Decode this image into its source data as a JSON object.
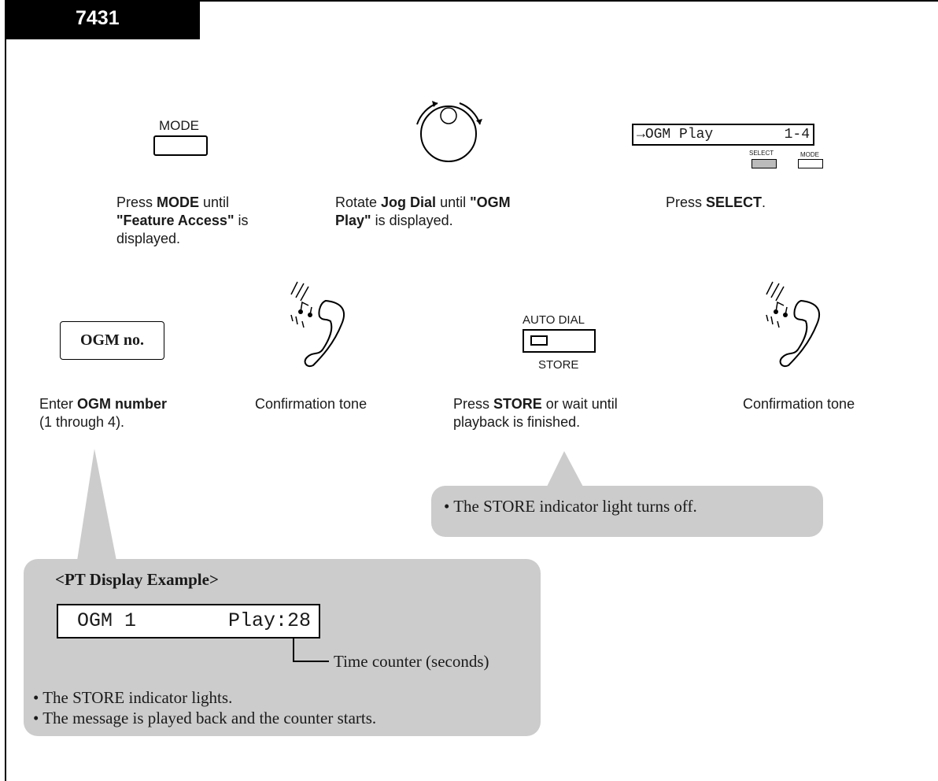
{
  "header": {
    "page_number": "7431"
  },
  "steps": {
    "mode": {
      "button_label": "MODE",
      "pre": "Press ",
      "b1": "MODE",
      "mid1": " until",
      "b2": "\"Feature Access\"",
      "mid2": " is",
      "post": "displayed."
    },
    "jog": {
      "pre": "Rotate ",
      "b1": "Jog Dial",
      "mid": " until ",
      "b2a": "\"OGM",
      "b2b": "Play\"",
      "post": " is displayed."
    },
    "select": {
      "display_arrow": "→",
      "display_text": "OGM Play",
      "display_range": "1-4",
      "select_key": "SELECT",
      "mode_key": "MODE",
      "pre": "Press ",
      "b1": "SELECT",
      "post": "."
    },
    "ogm": {
      "box_label": "OGM no.",
      "pre": "Enter ",
      "b1": "OGM number",
      "post": "(1 through 4)."
    },
    "tone1": {
      "caption": "Confirmation tone",
      "icon": "handset-tone-icon"
    },
    "store": {
      "top_label": "AUTO DIAL",
      "bottom_label": "STORE",
      "pre": "Press ",
      "b1": "STORE",
      "mid": " or wait until",
      "post": "playback is finished."
    },
    "tone2": {
      "caption": "Confirmation tone",
      "icon": "handset-tone-icon"
    }
  },
  "notes": {
    "store_off": "• The STORE indicator light turns off.",
    "pt_title": "<PT Display Example>",
    "pt_left": "OGM 1",
    "pt_right": "Play:28",
    "pt_counter": "Time counter (seconds)",
    "bullets": [
      "• The STORE indicator lights.",
      "• The message is played back and the counter starts."
    ]
  }
}
